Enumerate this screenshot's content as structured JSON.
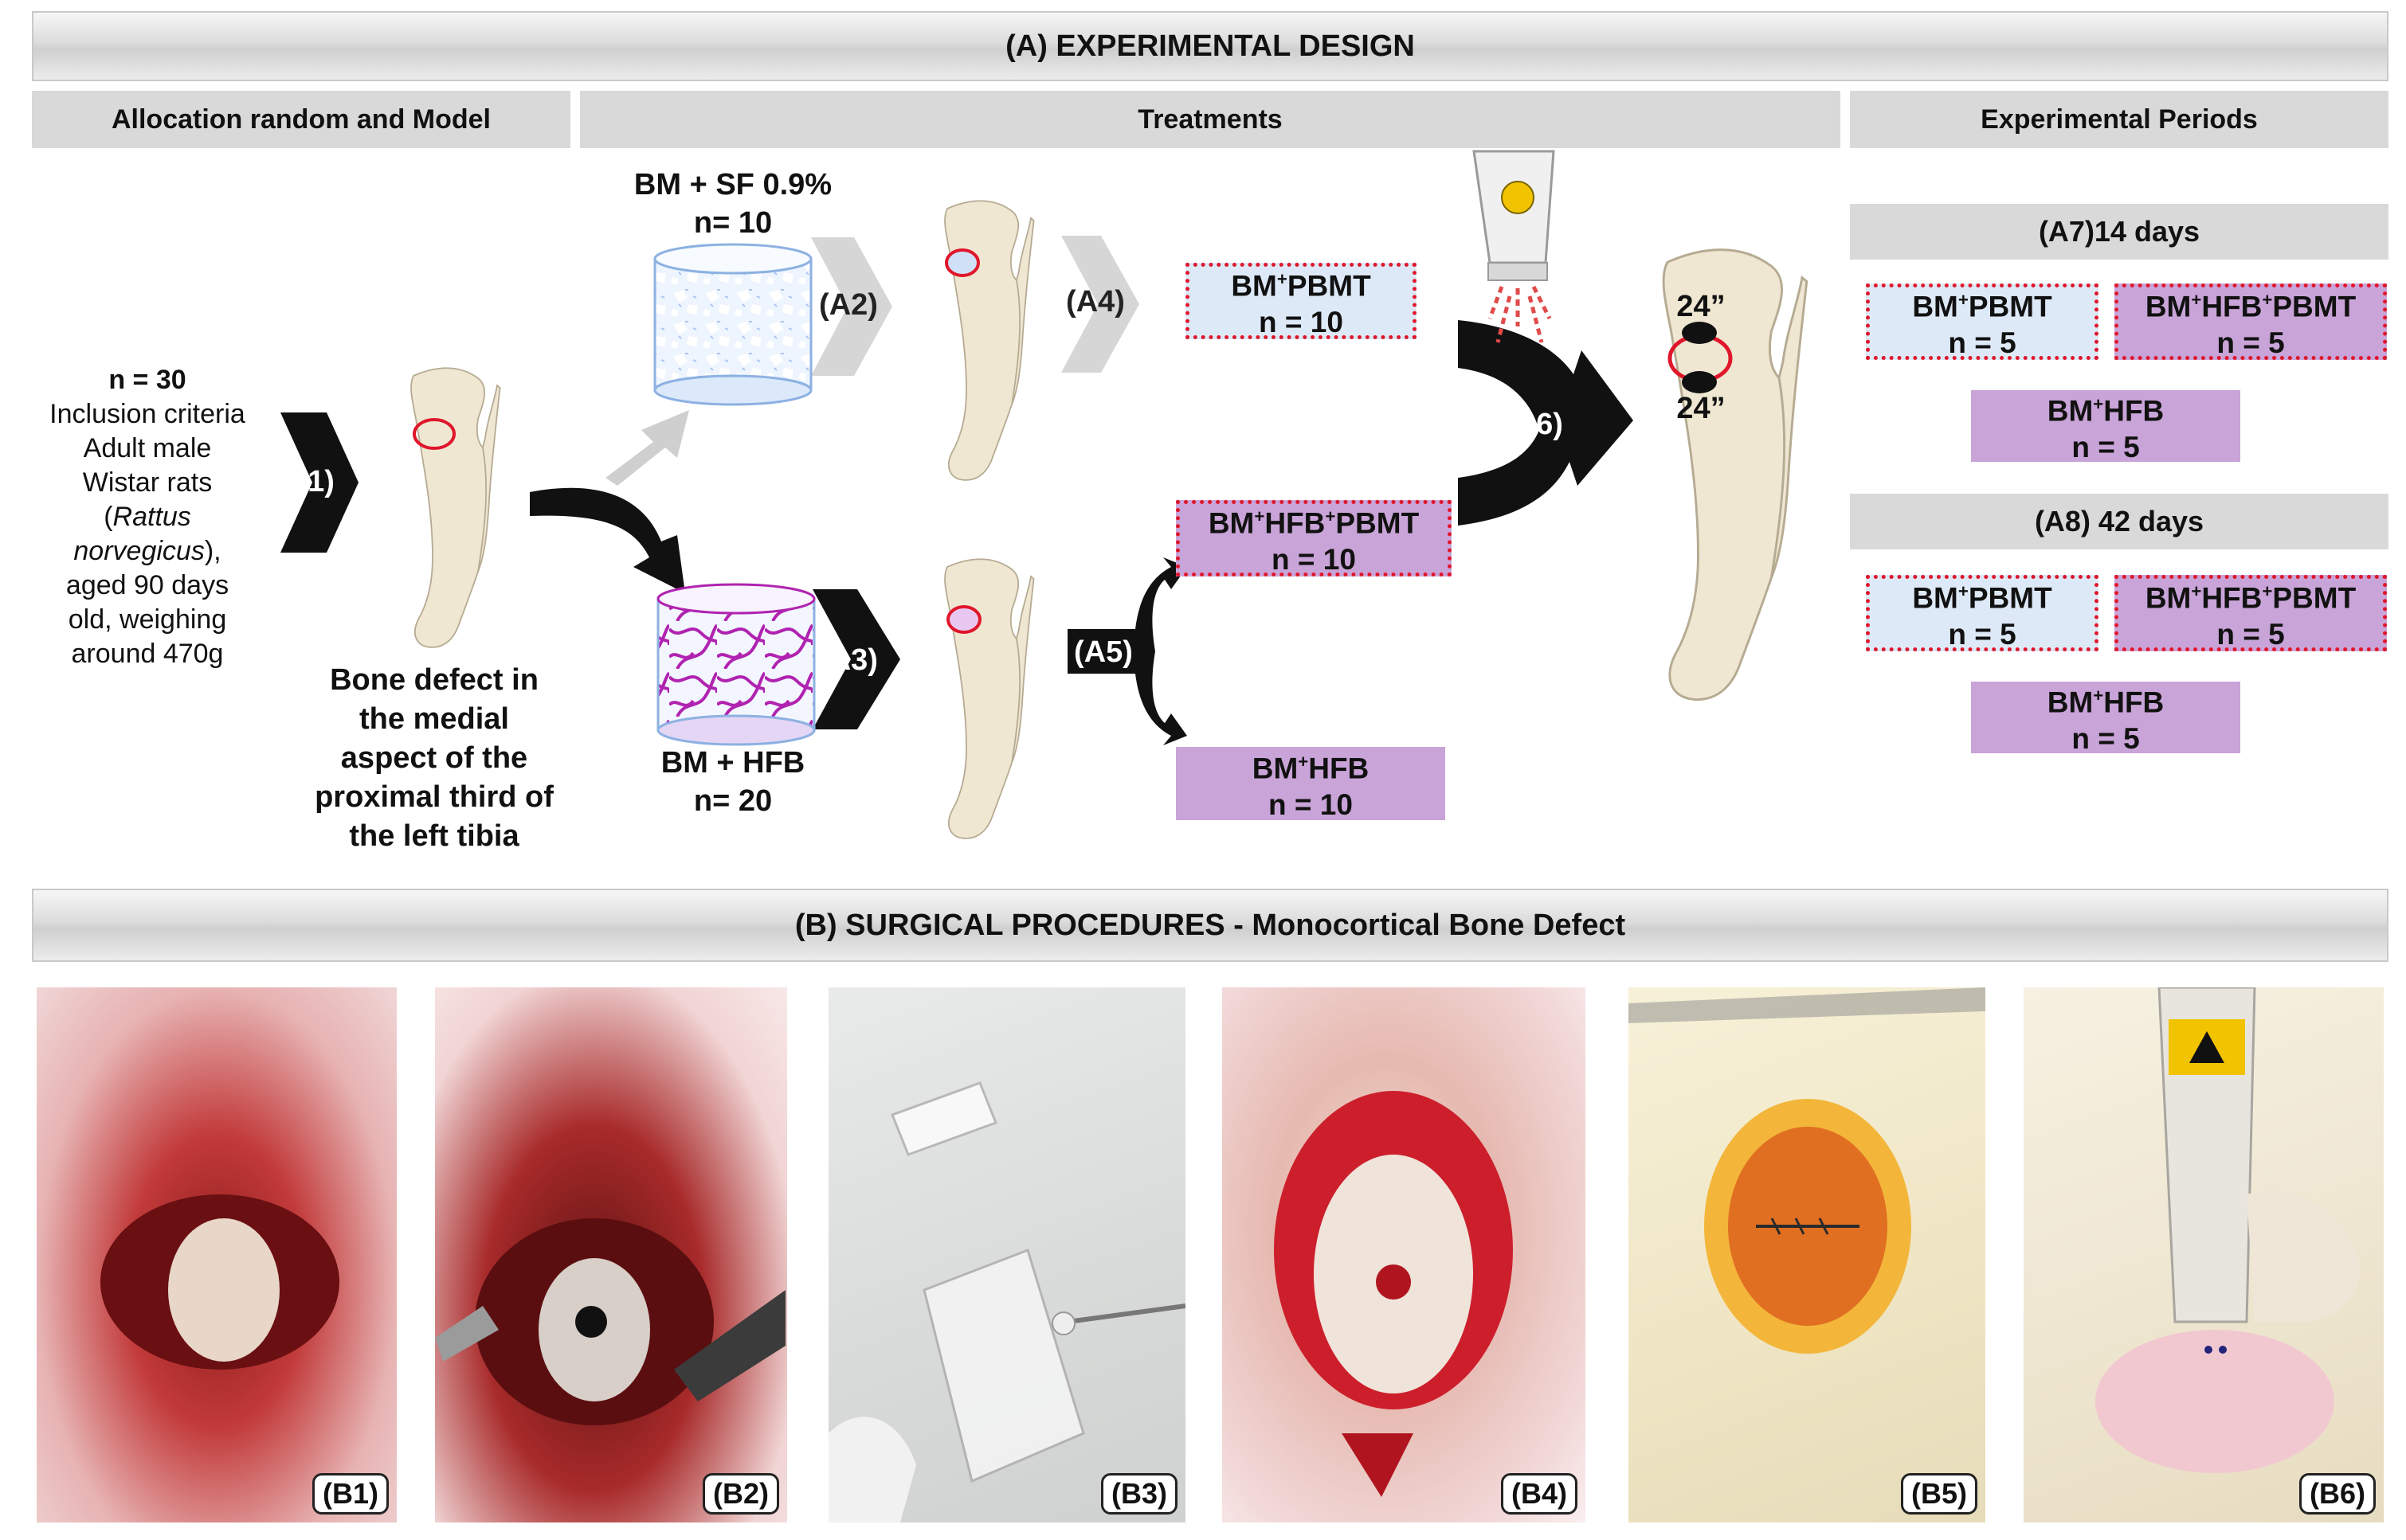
{
  "section_a": {
    "title": "(A) EXPERIMENTAL DESIGN",
    "col_allocation": "Allocation random and Model",
    "col_treatments": "Treatments",
    "col_periods": "Experimental Periods"
  },
  "inclusion": {
    "n": "n = 30",
    "line1": "Inclusion criteria",
    "line2": "Adult male",
    "line3": "Wistar rats",
    "species_open": "(",
    "species": "Rattus",
    "species2": "norvegicus",
    "species_close": "),",
    "line5": "aged 90 days",
    "line6": "old, weighing",
    "line7": "around 470g"
  },
  "defect_caption": [
    "Bone defect in",
    "the medial",
    "aspect of the",
    "proximal third of",
    "the left tibia"
  ],
  "group_sf": {
    "title": "BM + SF 0.9%",
    "n": "n= 10"
  },
  "group_hfb": {
    "title": "BM + HFB",
    "n": "n= 20"
  },
  "arrows": {
    "a1": "(A1)",
    "a2": "(A2)",
    "a3": "(A3)",
    "a4": "(A4)",
    "a5": "(A5)",
    "a6": "(A6)"
  },
  "timing": {
    "top": "24”",
    "bottom": "24”"
  },
  "groups": {
    "pbmt": {
      "bm": "BM",
      "sup": "+",
      "name": "PBMT",
      "n10": "n = 10",
      "n5": "n = 5"
    },
    "hfb_pbmt": {
      "bm": "BM",
      "sup1": "+",
      "hfb": "HFB",
      "sup2": "+",
      "name": "PBMT",
      "n10": "n = 10",
      "n5": "n = 5"
    },
    "hfb": {
      "bm": "BM",
      "sup": "+",
      "name": "HFB",
      "n10": "n = 10",
      "n5": "n = 5"
    }
  },
  "periods": {
    "p14": "(A7)14 days",
    "p42": "(A8) 42 days"
  },
  "section_b": {
    "title": "(B) SURGICAL PROCEDURES - Monocortical Bone Defect"
  },
  "photos": [
    "(B1)",
    "(B2)",
    "(B3)",
    "(B4)",
    "(B5)",
    "(B6)"
  ],
  "colors": {
    "pbmt_fill": "#dde9f6",
    "hfb_fill": "#c9a4d8",
    "dotted_border": "#e0162b",
    "bone": "#efe7d2"
  }
}
